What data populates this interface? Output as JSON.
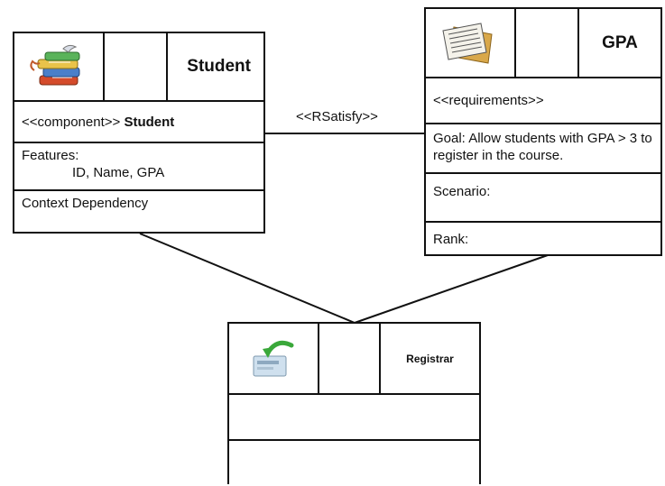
{
  "student": {
    "title": "Student",
    "component_prefix": "<<component>> ",
    "component_name": "Student",
    "features_label": "Features:",
    "features_values": "ID, Name, GPA",
    "context": "Context Dependency"
  },
  "gpa": {
    "title": "GPA",
    "stereotype": "<<requirements>>",
    "goal": "Goal: Allow students with GPA > 3 to register in the course.",
    "scenario": "Scenario:",
    "rank": "Rank:"
  },
  "registrar": {
    "title": "Registrar"
  },
  "association": {
    "label": "<<RSatisfy>>"
  }
}
